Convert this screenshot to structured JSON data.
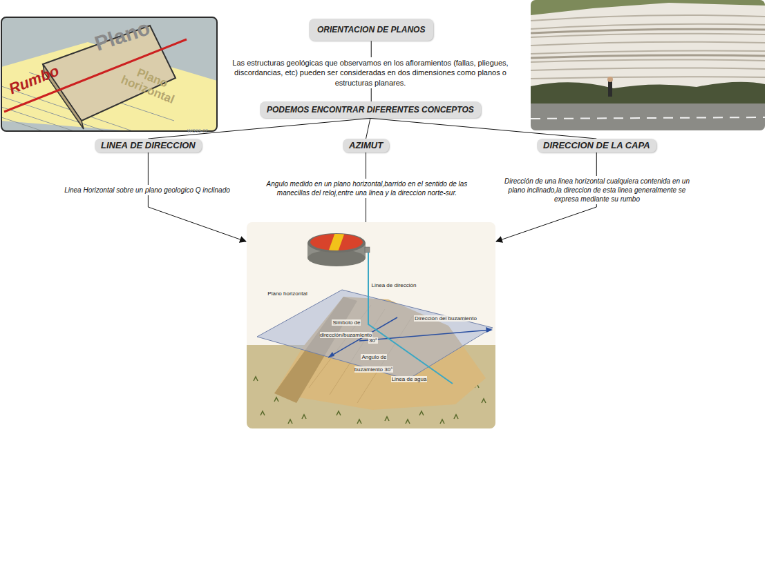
{
  "diagram": {
    "nodes": [
      {
        "text": [
          "ORIENTACION DE PLANOS"
        ]
      },
      {
        "text": [
          "PODEMOS ENCONTRAR DIFERENTES CONCEPTOS"
        ]
      },
      {
        "text": [
          "LINEA DE DIRECCION"
        ]
      },
      {
        "text": [
          "AZIMUT"
        ]
      },
      {
        "text": [
          "DIRECCION DE LA CAPA"
        ]
      },
      {
        "text": [
          "Plano horizontal",
          "Linea de dirección",
          "Simbolo de dirección/buzamiento",
          "Dirección del buzamiento",
          "30°",
          "Angulo de buzamiento 30°",
          "Linea de agua"
        ]
      }
    ],
    "edges": [
      {
        "from": 0,
        "to": 1,
        "arrow": "none",
        "label": "Las estructuras geológicas que observamos en los afloramientos (fallas, pliegues, discordancias, etc) pueden ser consideradas en dos dimensiones como planos o estructuras planares."
      },
      {
        "from": 1,
        "to": 2,
        "arrow": "none"
      },
      {
        "from": 1,
        "to": 3,
        "arrow": "none"
      },
      {
        "from": 1,
        "to": 4,
        "arrow": "none"
      },
      {
        "from": 2,
        "to": 5,
        "arrow": "to",
        "label": "Linea Horizontal sobre un plano geologico Q inclinado"
      },
      {
        "from": 3,
        "to": 5,
        "arrow": "none",
        "label": "Angulo medido en un plano horizontal,barrido en el sentido de las manecillas del reloj,entre una linea y la direccion norte-sur."
      },
      {
        "from": 4,
        "to": 5,
        "arrow": "to",
        "label": "Dirección de una linea horizontal cualquiera contenida en un plano inclinado,la direccion de esta linea generalmente se expresa mediante su rumbo"
      }
    ],
    "labels": [
      "Plano",
      "Plano horizontal",
      "Rumbo",
      "WG99-02"
    ]
  }
}
